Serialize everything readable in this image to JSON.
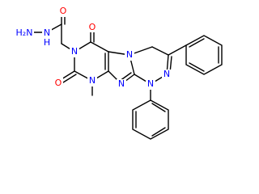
{
  "molecule": {
    "colors": {
      "bond": "#000000",
      "nitrogen": "#0000ff",
      "oxygen": "#ff0000",
      "carbon_label": "#000000"
    },
    "labels": {
      "hydrazide_nh2": "H₂N",
      "hydrazide_nh": "N",
      "hydrazide_h": "H",
      "amide_o": "O",
      "c6_o": "O",
      "c2_o": "O",
      "n_imide": "N",
      "n_methyl": "N",
      "methyl": "",
      "n_imidazole": "N",
      "n_bridge": "N",
      "n_triazine_a": "N",
      "n_triazine_b": "N"
    }
  }
}
